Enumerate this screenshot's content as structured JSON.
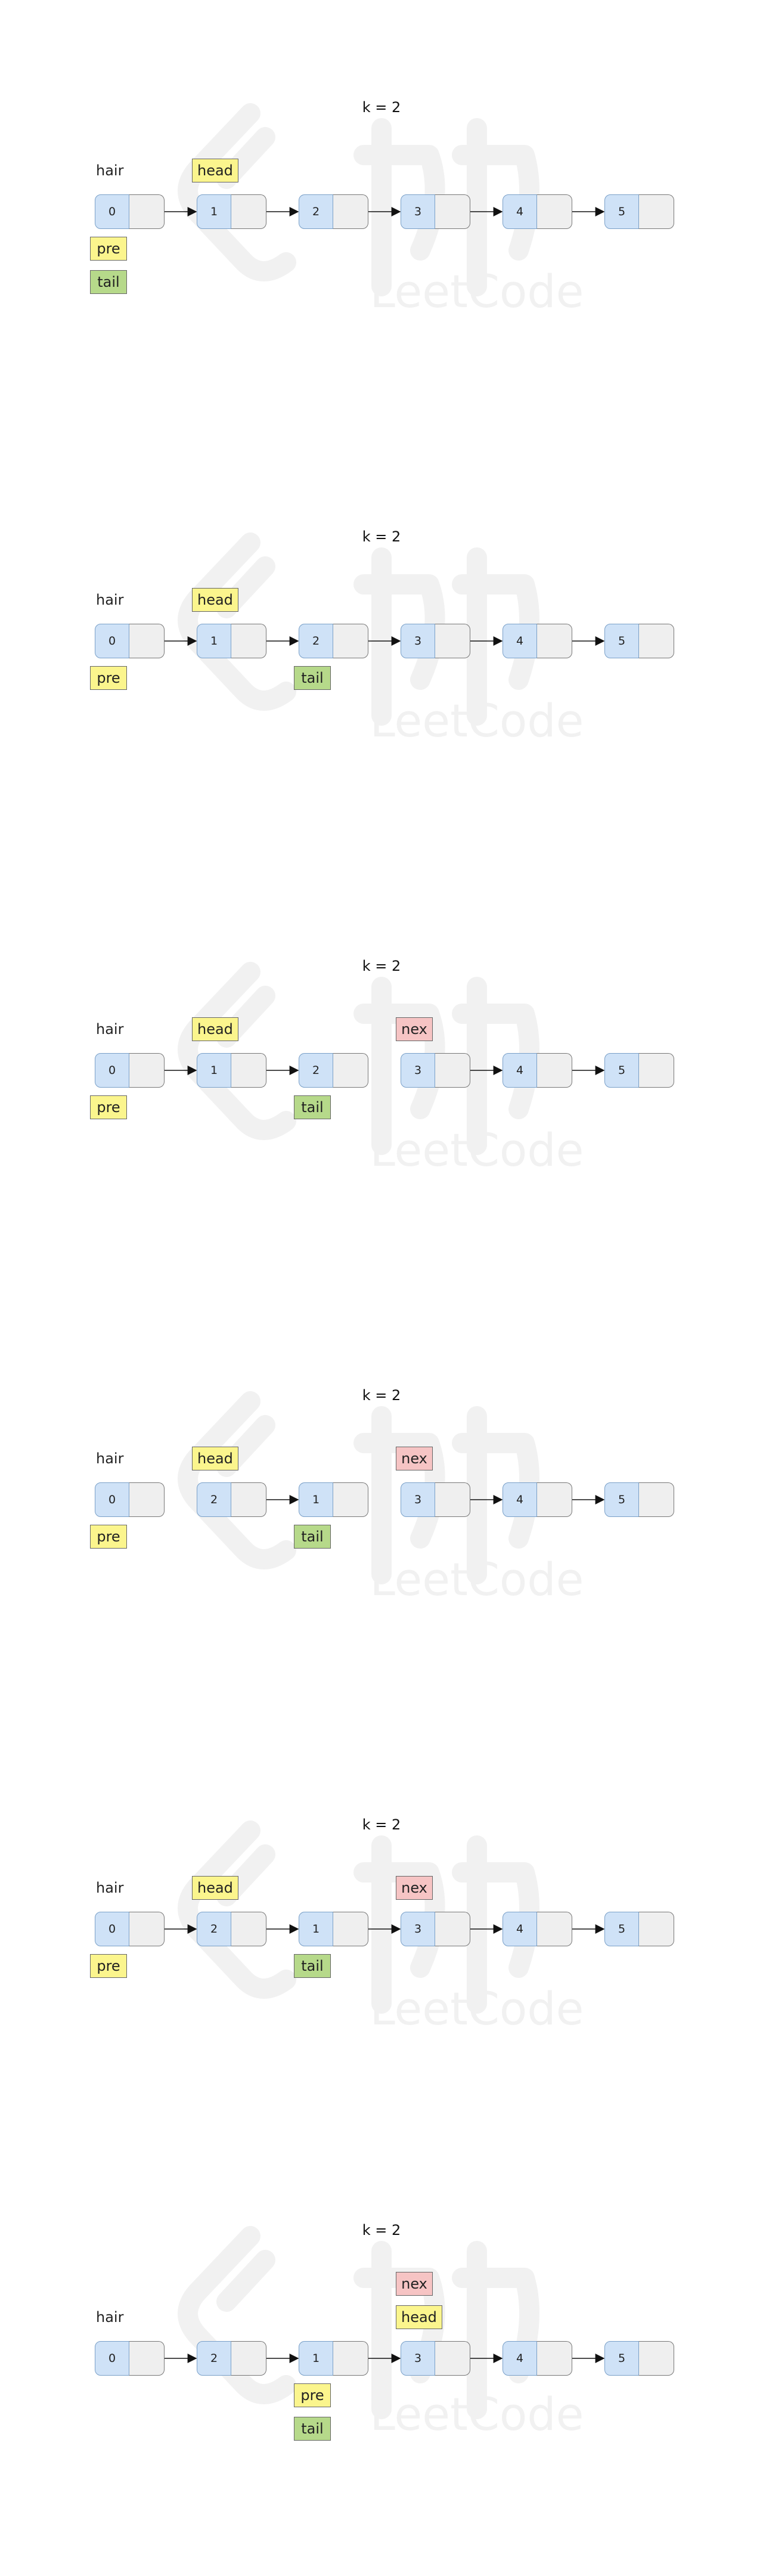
{
  "frames": [
    {
      "title": "k = 2",
      "nodes": [
        {
          "value": "0",
          "pos": 0
        },
        {
          "value": "1",
          "pos": 1
        },
        {
          "value": "2",
          "pos": 2
        },
        {
          "value": "3",
          "pos": 3
        },
        {
          "value": "4",
          "pos": 4
        },
        {
          "value": "5",
          "pos": 5
        }
      ],
      "links": [
        [
          0,
          1
        ],
        [
          1,
          2
        ],
        [
          2,
          3
        ],
        [
          3,
          4
        ],
        [
          4,
          5
        ]
      ],
      "labels": [
        {
          "text": "hair",
          "style": "plain",
          "pos": 0,
          "row": "above"
        },
        {
          "text": "head",
          "style": "yellow",
          "pos": 1,
          "row": "above"
        },
        {
          "text": "pre",
          "style": "yellow",
          "pos": 0,
          "row": "below1"
        },
        {
          "text": "tail",
          "style": "green",
          "pos": 0,
          "row": "below2"
        }
      ]
    },
    {
      "title": "k = 2",
      "nodes": [
        {
          "value": "0",
          "pos": 0
        },
        {
          "value": "1",
          "pos": 1
        },
        {
          "value": "2",
          "pos": 2
        },
        {
          "value": "3",
          "pos": 3
        },
        {
          "value": "4",
          "pos": 4
        },
        {
          "value": "5",
          "pos": 5
        }
      ],
      "links": [
        [
          0,
          1
        ],
        [
          1,
          2
        ],
        [
          2,
          3
        ],
        [
          3,
          4
        ],
        [
          4,
          5
        ]
      ],
      "labels": [
        {
          "text": "hair",
          "style": "plain",
          "pos": 0,
          "row": "above"
        },
        {
          "text": "head",
          "style": "yellow",
          "pos": 1,
          "row": "above"
        },
        {
          "text": "pre",
          "style": "yellow",
          "pos": 0,
          "row": "below1"
        },
        {
          "text": "tail",
          "style": "green",
          "pos": 2,
          "row": "below1"
        }
      ]
    },
    {
      "title": "k = 2",
      "nodes": [
        {
          "value": "0",
          "pos": 0
        },
        {
          "value": "1",
          "pos": 1
        },
        {
          "value": "2",
          "pos": 2
        },
        {
          "value": "3",
          "pos": 3
        },
        {
          "value": "4",
          "pos": 4
        },
        {
          "value": "5",
          "pos": 5
        }
      ],
      "links": [
        [
          0,
          1
        ],
        [
          1,
          2
        ],
        [
          3,
          4
        ],
        [
          4,
          5
        ]
      ],
      "labels": [
        {
          "text": "hair",
          "style": "plain",
          "pos": 0,
          "row": "above"
        },
        {
          "text": "head",
          "style": "yellow",
          "pos": 1,
          "row": "above"
        },
        {
          "text": "nex",
          "style": "pink",
          "pos": 3,
          "row": "above"
        },
        {
          "text": "pre",
          "style": "yellow",
          "pos": 0,
          "row": "below1"
        },
        {
          "text": "tail",
          "style": "green",
          "pos": 2,
          "row": "below1"
        }
      ]
    },
    {
      "title": "k = 2",
      "nodes": [
        {
          "value": "0",
          "pos": 0
        },
        {
          "value": "2",
          "pos": 1
        },
        {
          "value": "1",
          "pos": 2
        },
        {
          "value": "3",
          "pos": 3
        },
        {
          "value": "4",
          "pos": 4
        },
        {
          "value": "5",
          "pos": 5
        }
      ],
      "links": [
        [
          1,
          2
        ],
        [
          3,
          4
        ],
        [
          4,
          5
        ]
      ],
      "labels": [
        {
          "text": "hair",
          "style": "plain",
          "pos": 0,
          "row": "above"
        },
        {
          "text": "head",
          "style": "yellow",
          "pos": 1,
          "row": "above"
        },
        {
          "text": "nex",
          "style": "pink",
          "pos": 3,
          "row": "above"
        },
        {
          "text": "pre",
          "style": "yellow",
          "pos": 0,
          "row": "below1"
        },
        {
          "text": "tail",
          "style": "green",
          "pos": 2,
          "row": "below1"
        }
      ]
    },
    {
      "title": "k = 2",
      "nodes": [
        {
          "value": "0",
          "pos": 0
        },
        {
          "value": "2",
          "pos": 1
        },
        {
          "value": "1",
          "pos": 2
        },
        {
          "value": "3",
          "pos": 3
        },
        {
          "value": "4",
          "pos": 4
        },
        {
          "value": "5",
          "pos": 5
        }
      ],
      "links": [
        [
          0,
          1
        ],
        [
          1,
          2
        ],
        [
          2,
          3
        ],
        [
          3,
          4
        ],
        [
          4,
          5
        ]
      ],
      "labels": [
        {
          "text": "hair",
          "style": "plain",
          "pos": 0,
          "row": "above"
        },
        {
          "text": "head",
          "style": "yellow",
          "pos": 1,
          "row": "above"
        },
        {
          "text": "nex",
          "style": "pink",
          "pos": 3,
          "row": "above"
        },
        {
          "text": "pre",
          "style": "yellow",
          "pos": 0,
          "row": "below1"
        },
        {
          "text": "tail",
          "style": "green",
          "pos": 2,
          "row": "below1"
        }
      ]
    },
    {
      "title": "k = 2",
      "nodes": [
        {
          "value": "0",
          "pos": 0
        },
        {
          "value": "2",
          "pos": 1
        },
        {
          "value": "1",
          "pos": 2
        },
        {
          "value": "3",
          "pos": 3
        },
        {
          "value": "4",
          "pos": 4
        },
        {
          "value": "5",
          "pos": 5
        }
      ],
      "links": [
        [
          0,
          1
        ],
        [
          1,
          2
        ],
        [
          2,
          3
        ],
        [
          3,
          4
        ],
        [
          4,
          5
        ]
      ],
      "labels": [
        {
          "text": "nex",
          "style": "pink",
          "pos": 3,
          "row": "above2"
        },
        {
          "text": "head",
          "style": "yellow",
          "pos": 3,
          "row": "above"
        },
        {
          "text": "hair",
          "style": "plain",
          "pos": 0,
          "row": "above"
        },
        {
          "text": "pre",
          "style": "yellow",
          "pos": 2,
          "row": "below1"
        },
        {
          "text": "tail",
          "style": "green",
          "pos": 2,
          "row": "below2"
        }
      ]
    }
  ],
  "colors": {
    "node_value_fill": "#cfe2f7",
    "node_next_fill": "#efefef",
    "label_yellow": "#fbf58d",
    "label_green": "#b6d98a",
    "label_pink": "#f6c4c4"
  }
}
